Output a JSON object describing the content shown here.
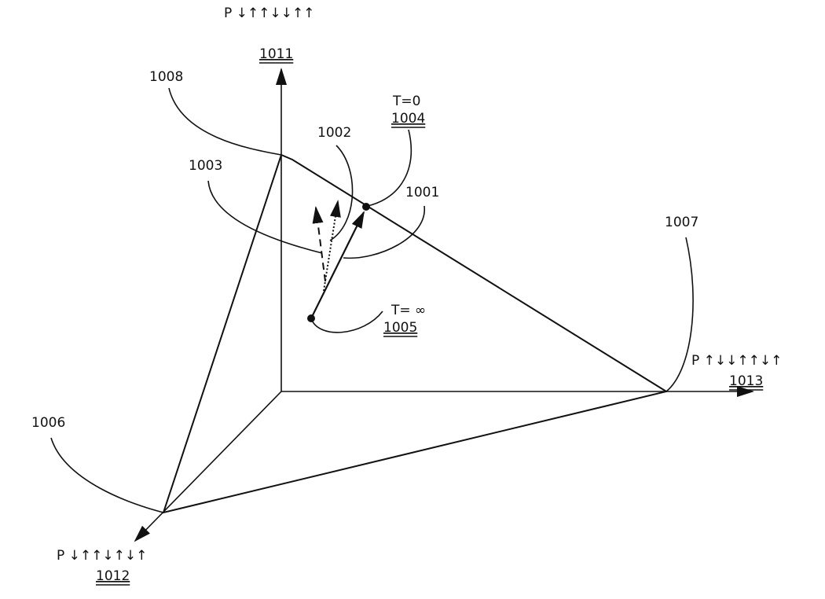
{
  "axes": {
    "top": {
      "label": "P ↓↑↑↓↓↑↑",
      "ref": "1011"
    },
    "right": {
      "label": "P ↑↓↓↑↑↓↑",
      "ref": "1013"
    },
    "bottom_left": {
      "label": "P ↓↑↑↓↑↓↑",
      "ref": "1012"
    }
  },
  "refs": {
    "r1001": "1001",
    "r1002": "1002",
    "r1003": "1003",
    "r1006": "1006",
    "r1007": "1007",
    "r1008": "1008"
  },
  "points": {
    "start": {
      "label": "T=0",
      "ref": "1004"
    },
    "end": {
      "label": "T= ∞",
      "ref": "1005"
    }
  }
}
